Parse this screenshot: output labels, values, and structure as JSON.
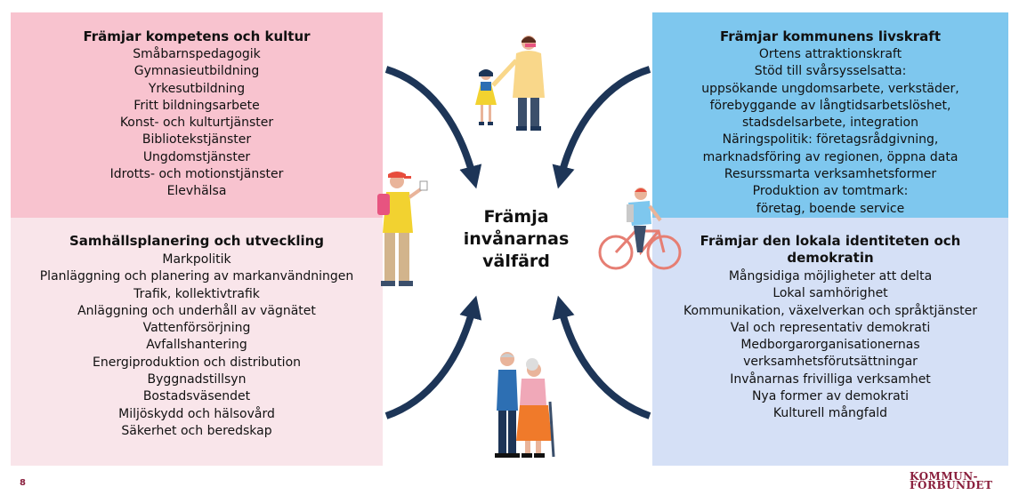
{
  "center": {
    "label_lines": [
      "Främja",
      "invånarnas",
      "välfärd"
    ]
  },
  "boxes": {
    "top_left": {
      "title": "Främjar kompetens och kultur",
      "items": [
        "Småbarnspedagogik",
        "Gymnasieutbildning",
        "Yrkesutbildning",
        "Fritt bildningsarbete",
        "Konst- och kulturtjänster",
        "Bibliotekstjänster",
        "Ungdomstjänster",
        "Idrotts- och motionstjänster",
        "Elevhälsa"
      ],
      "color": "#f8c3cf"
    },
    "bottom_left": {
      "title": "Samhällsplanering och utveckling",
      "items": [
        "Markpolitik",
        "Planläggning och planering av markanvändningen",
        "Trafik, kollektivtrafik",
        "Anläggning och underhåll av vägnätet",
        "Vattenförsörjning",
        "Avfallshantering",
        "Energiproduktion och distribution",
        "Byggnadstillsyn",
        "Bostadsväsendet",
        "Miljöskydd och hälsovård",
        "Säkerhet och beredskap"
      ],
      "color": "#f9e5ea"
    },
    "top_right": {
      "title": "Främjar kommunens livskraft",
      "items": [
        "Ortens attraktionskraft",
        "Stöd till svårsysselsatta:",
        "uppsökande ungdomsarbete, verkstäder,",
        "förebyggande av långtidsarbetslöshet,",
        "stadsdelsarbete, integration",
        "Näringspolitik: företagsrådgivning,",
        "marknadsföring av regionen, öppna data",
        "Resurssmarta verksamhetsformer",
        "Produktion av tomtmark:",
        "företag, boende service"
      ],
      "color": "#7ec7ee"
    },
    "bottom_right": {
      "title_lines": [
        "Främjar den lokala identiteten och",
        "demokratin"
      ],
      "items": [
        "Mångsidiga möjligheter att delta",
        "Lokal samhörighet",
        "Kommunikation, växelverkan och språktjänster",
        "Val och representativ demokrati",
        "Medborgarorganisationernas",
        "verksamhetsförutsättningar",
        "Invånarnas frivilliga verksamhet",
        "Nya former av demokrati",
        "Kulturell mångfald"
      ],
      "color": "#d5e0f6"
    }
  },
  "arrow_color": "#1d3557",
  "footer": {
    "page_number": "8",
    "logo_lines": [
      "KOMMUN-",
      "FÖRBUNDET"
    ]
  },
  "icons": [
    "parent-child-figure",
    "traveler-figure",
    "cyclist-figure",
    "elderly-couple-figure"
  ]
}
